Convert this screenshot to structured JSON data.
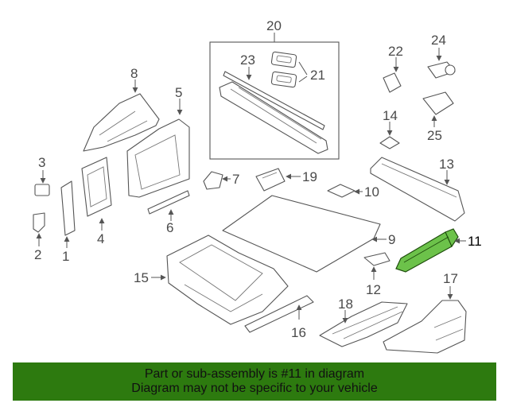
{
  "callouts": {
    "c1": "1",
    "c2": "2",
    "c3": "3",
    "c4": "4",
    "c5": "5",
    "c6": "6",
    "c7": "7",
    "c8": "8",
    "c9": "9",
    "c10": "10",
    "c11": "11",
    "c12": "12",
    "c13": "13",
    "c14": "14",
    "c15": "15",
    "c16": "16",
    "c17": "17",
    "c18": "18",
    "c19": "19",
    "c20": "20",
    "c21": "21",
    "c22": "22",
    "c23": "23",
    "c24": "24",
    "c25": "25"
  },
  "highlight": {
    "part": "11",
    "color": "#6cc24a"
  },
  "banner": {
    "line1": "Part or sub-assembly is #11 in diagram",
    "line2": "Diagram may not be specific to your vehicle",
    "color": "#2d7a0f"
  }
}
